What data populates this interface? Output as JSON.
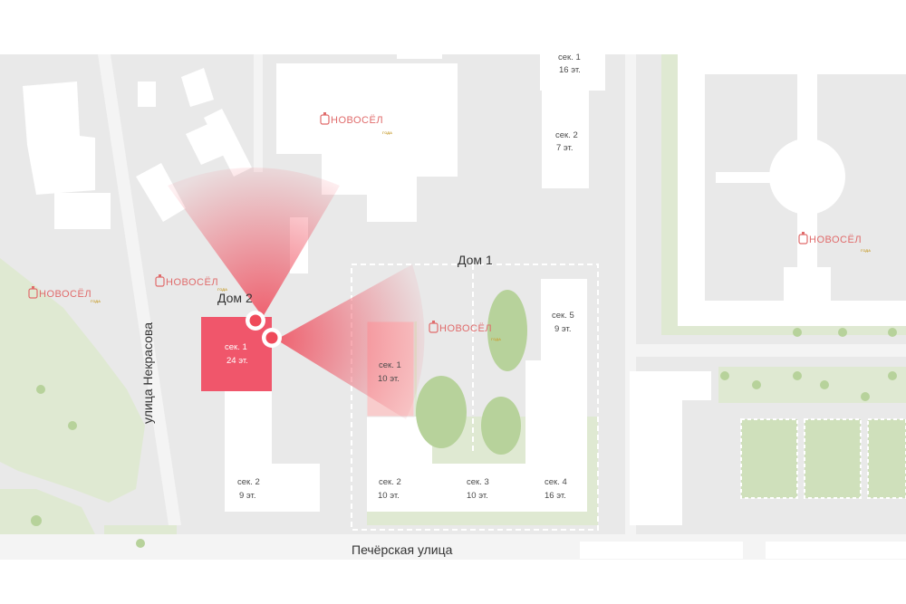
{
  "map": {
    "streets": {
      "nekrasova": "улица Некрасова",
      "pecherskaya": "Печёрская улица"
    },
    "houses": {
      "dom1": "Дом 1",
      "dom2": "Дом 2"
    },
    "dom2_sections": [
      {
        "label": "сек. 1",
        "floors": "24 эт."
      },
      {
        "label": "сек. 2",
        "floors": "9 эт."
      }
    ],
    "dom1_sections": [
      {
        "label": "сек. 1",
        "floors": "10 эт."
      },
      {
        "label": "сек. 2",
        "floors": "10 эт."
      },
      {
        "label": "сек. 3",
        "floors": "10 эт."
      },
      {
        "label": "сек. 4",
        "floors": "16 эт."
      },
      {
        "label": "сек. 5",
        "floors": "9 эт."
      }
    ],
    "north_sections": [
      {
        "label": "сек. 1",
        "floors": "16 эт."
      },
      {
        "label": "сек. 2",
        "floors": "7 эт."
      }
    ],
    "logo": {
      "word": "НОВОСЁЛ",
      "year_badge": "ГОДА"
    },
    "colors": {
      "background": "#e9e9e9",
      "building": "#ffffff",
      "park": "#dfe9d2",
      "tree": "#b7d29b",
      "highlight_active": "#f0566b",
      "highlight_light": "#f8cccc",
      "view_cone": "#ef4a5a"
    }
  }
}
